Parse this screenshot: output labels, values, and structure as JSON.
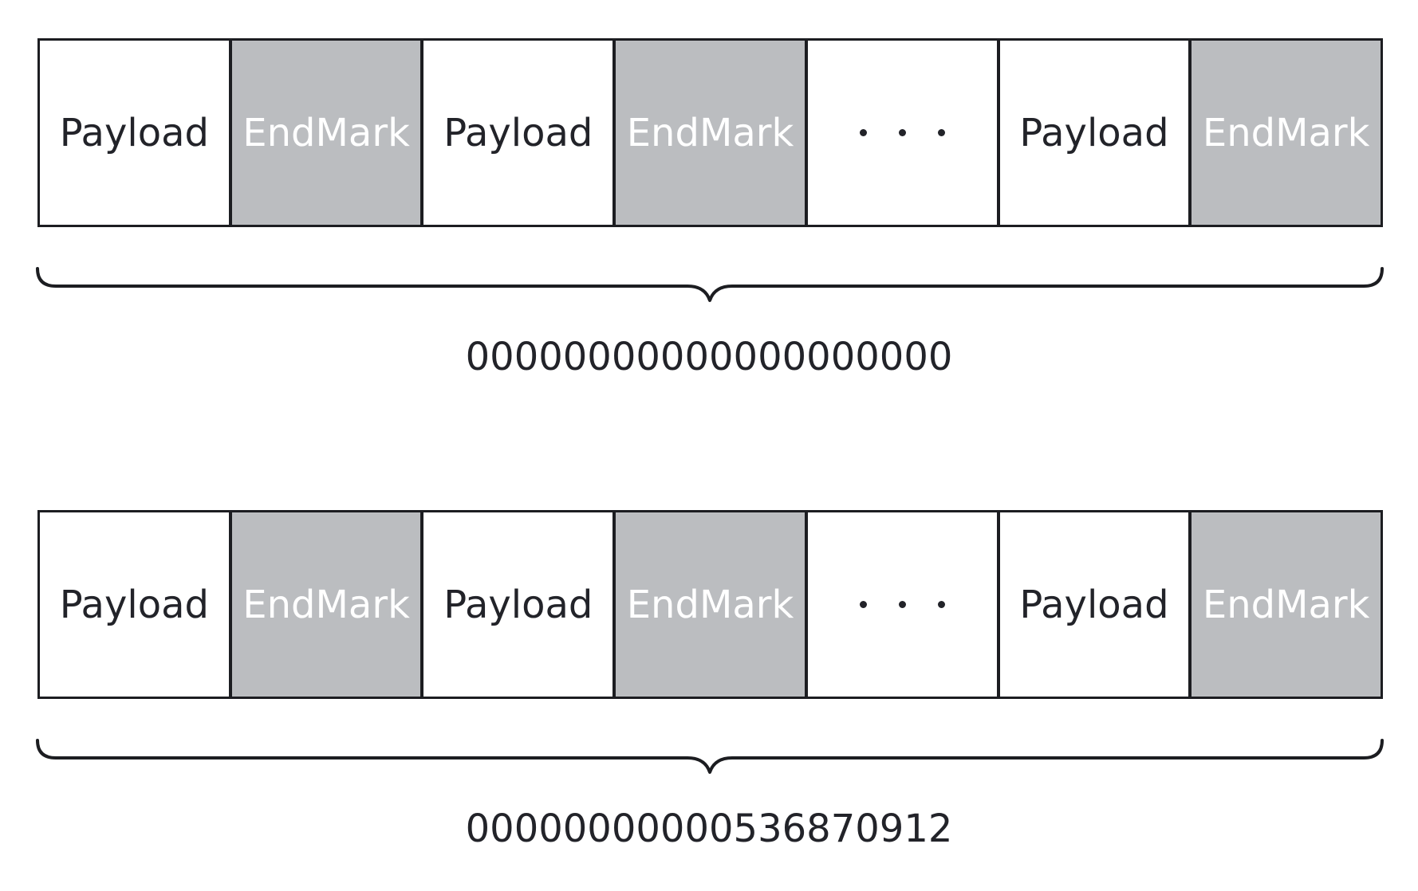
{
  "rows": [
    {
      "cells": [
        {
          "kind": "payload",
          "label": "Payload"
        },
        {
          "kind": "endmark",
          "label": "EndMark"
        },
        {
          "kind": "payload",
          "label": "Payload"
        },
        {
          "kind": "endmark",
          "label": "EndMark"
        },
        {
          "kind": "ellipsis",
          "label": ""
        },
        {
          "kind": "payload",
          "label": "Payload"
        },
        {
          "kind": "endmark",
          "label": "EndMark"
        }
      ],
      "value": "00000000000000000000"
    },
    {
      "cells": [
        {
          "kind": "payload",
          "label": "Payload"
        },
        {
          "kind": "endmark",
          "label": "EndMark"
        },
        {
          "kind": "payload",
          "label": "Payload"
        },
        {
          "kind": "endmark",
          "label": "EndMark"
        },
        {
          "kind": "ellipsis",
          "label": ""
        },
        {
          "kind": "payload",
          "label": "Payload"
        },
        {
          "kind": "endmark",
          "label": "EndMark"
        }
      ],
      "value": "00000000000536870912"
    }
  ],
  "colors": {
    "endmark_fill": "#bbbdc0",
    "outline": "#1c1d21",
    "text": "#222329"
  }
}
